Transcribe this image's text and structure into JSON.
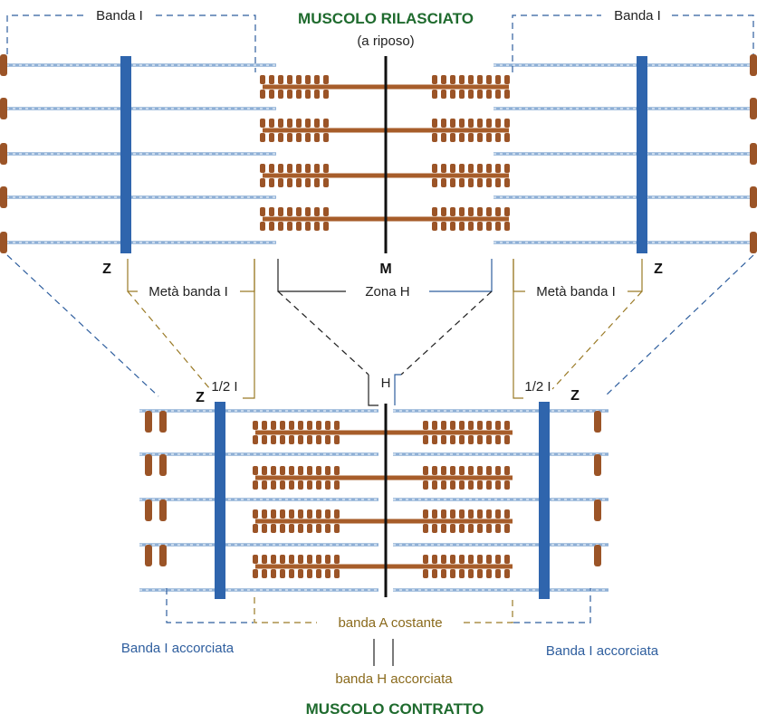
{
  "labels": {
    "title_relaxed": "MUSCOLO RILASCIATO",
    "subtitle_relaxed": "(a riposo)",
    "band_i_left": "Banda I",
    "band_i_right": "Banda I",
    "z_top_left": "Z",
    "z_top_right": "Z",
    "m_line": "M",
    "half_band_left": "Metà banda I",
    "half_band_right": "Metà banda I",
    "zone_h": "Zona H",
    "half_i_left": "1/2 I",
    "half_i_right": "1/2 I",
    "z_bottom_left": "Z",
    "z_bottom_right": "Z",
    "h_bottom": "H",
    "band_a_constant": "banda A costante",
    "band_i_short_left": "Banda I accorciata",
    "band_i_short_right": "Banda I accorciata",
    "band_h_short": "banda H accorciata",
    "title_contracted": "MUSCOLO CONTRATTO"
  },
  "colors": {
    "actin": "#8fb0d6",
    "myosin": "#a75d2a",
    "z_disc": "#2f65ad",
    "title": "#1f6b2e",
    "blue_label": "#2e5e9e",
    "gold_label": "#8a6a1c"
  }
}
